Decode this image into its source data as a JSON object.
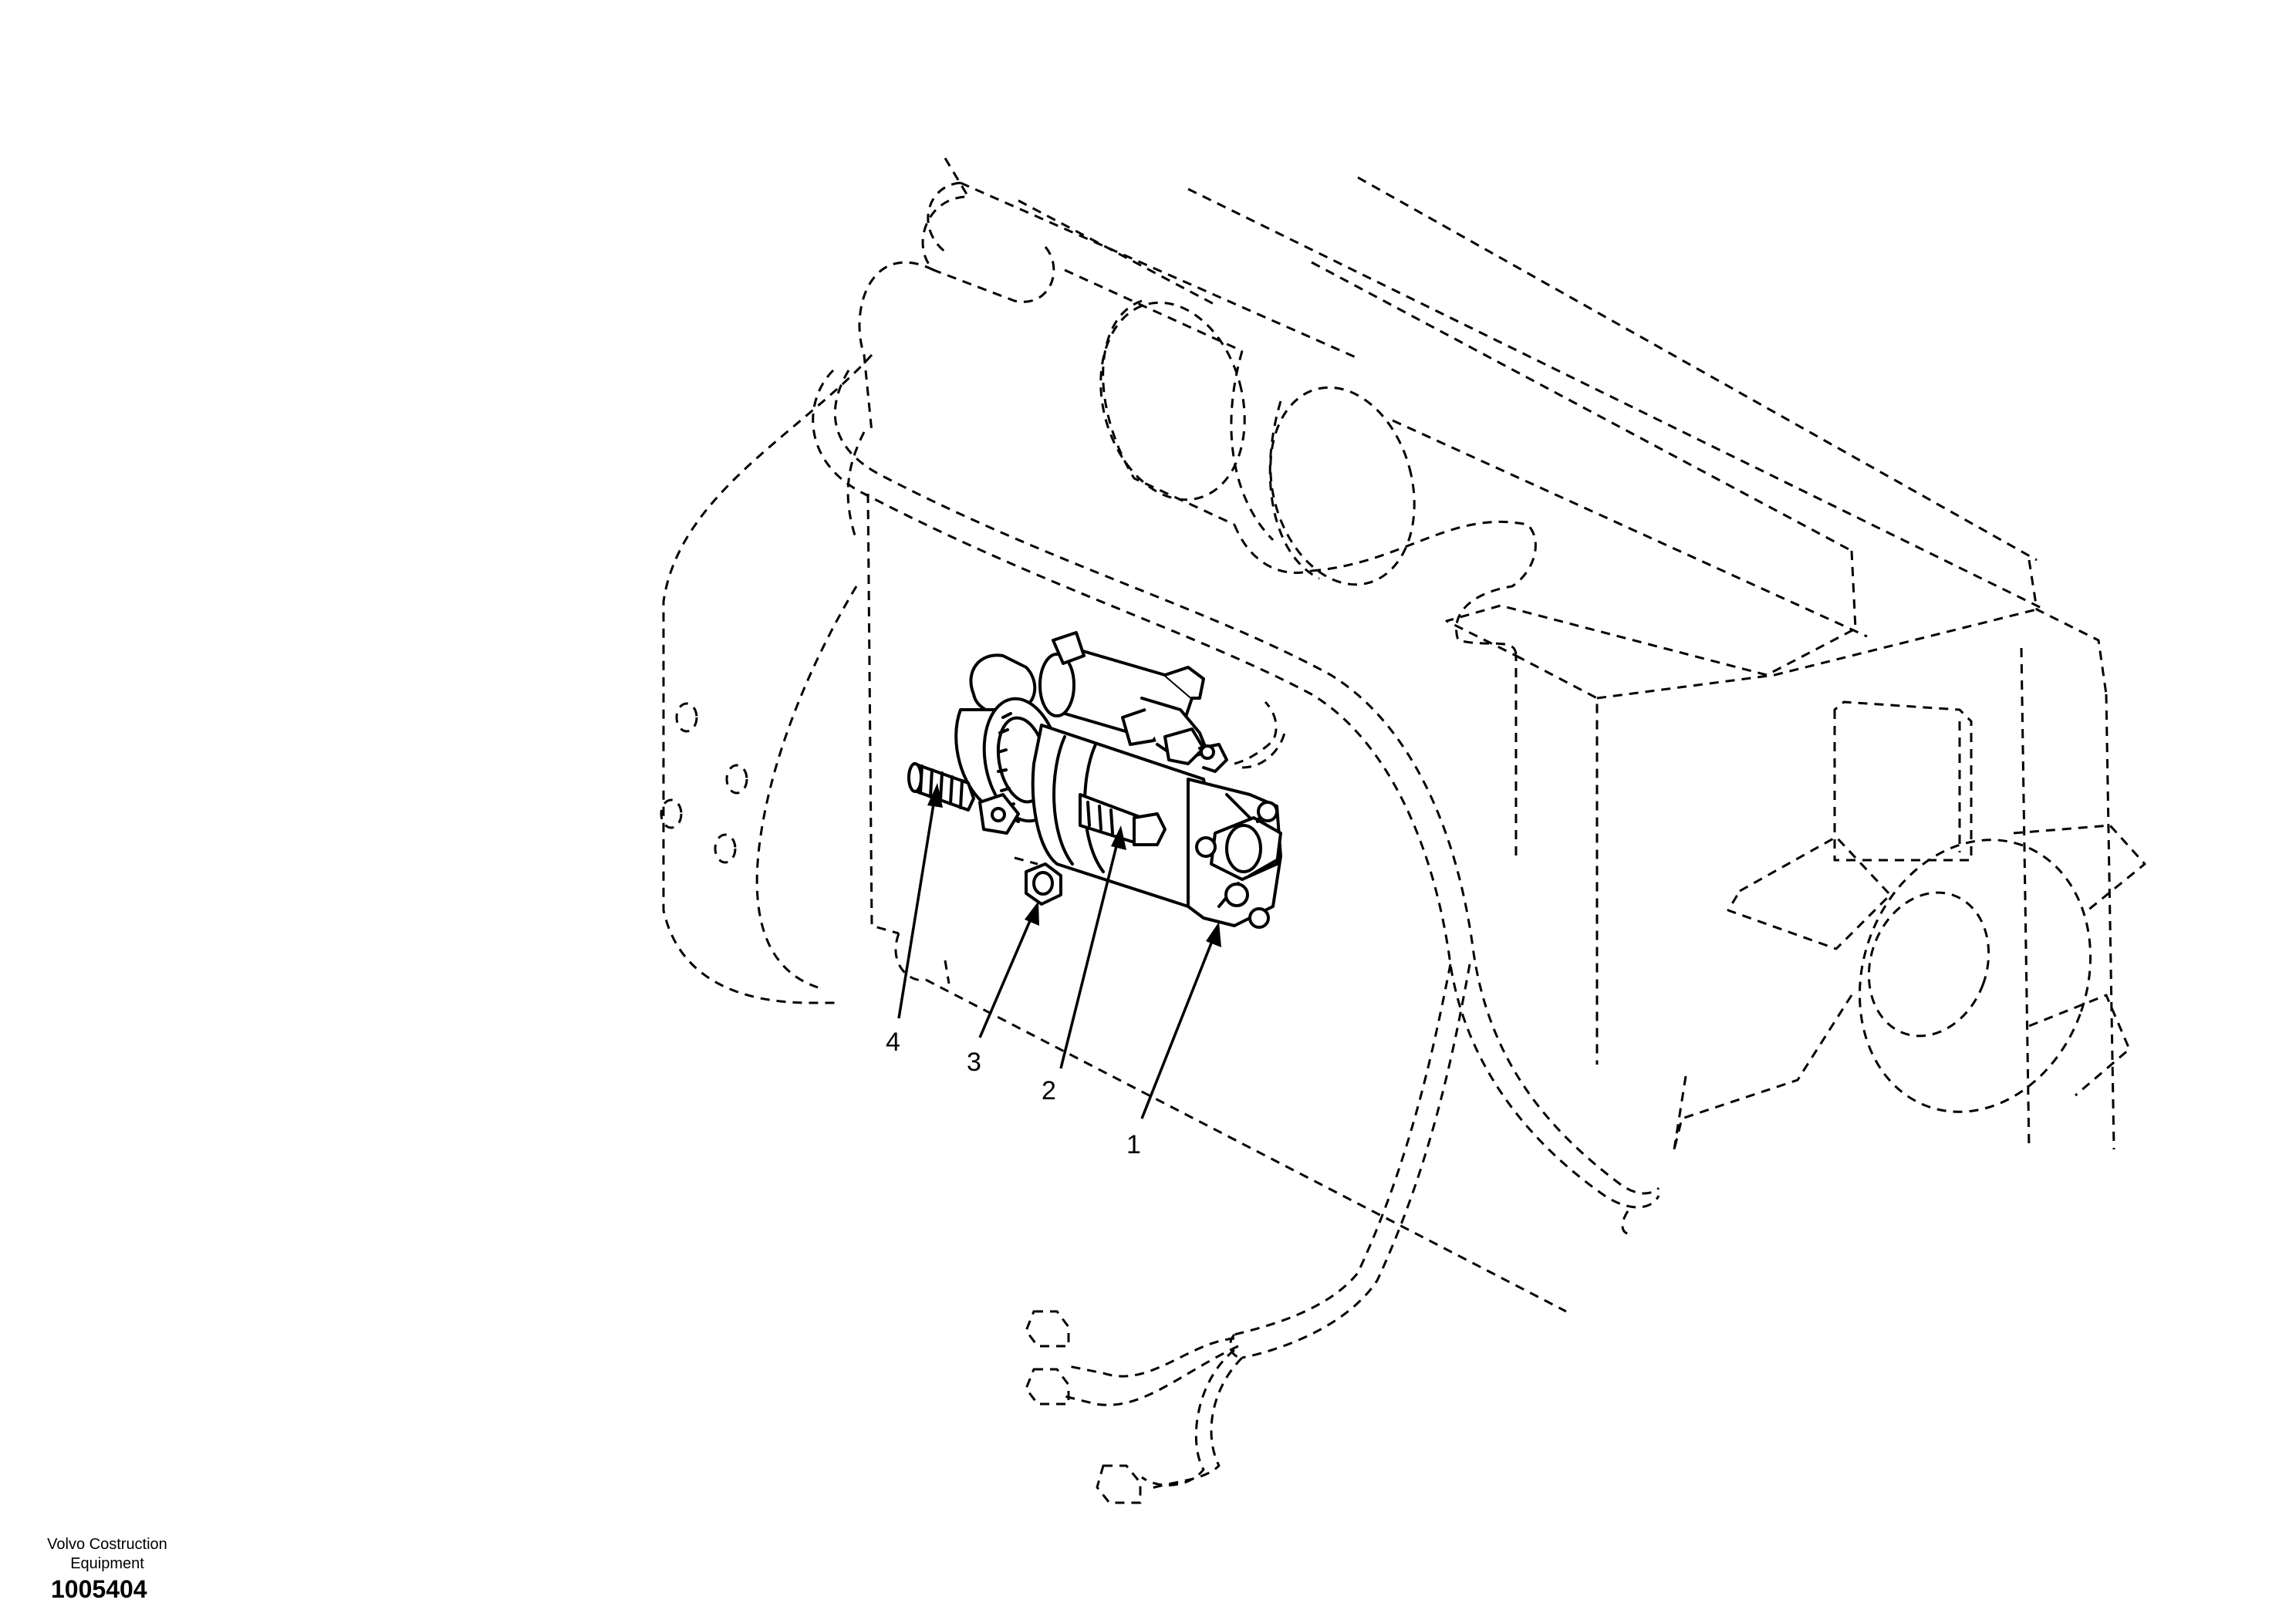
{
  "callouts": [
    {
      "id": "1",
      "text": "1"
    },
    {
      "id": "2",
      "text": "2"
    },
    {
      "id": "3",
      "text": "3"
    },
    {
      "id": "4",
      "text": "4"
    }
  ],
  "footer": {
    "manufacturer_line1": "Volvo Costruction",
    "manufacturer_line2": "Equipment",
    "figure_number": "1005404"
  },
  "colors": {
    "line": "#000000",
    "background": "#ffffff"
  }
}
